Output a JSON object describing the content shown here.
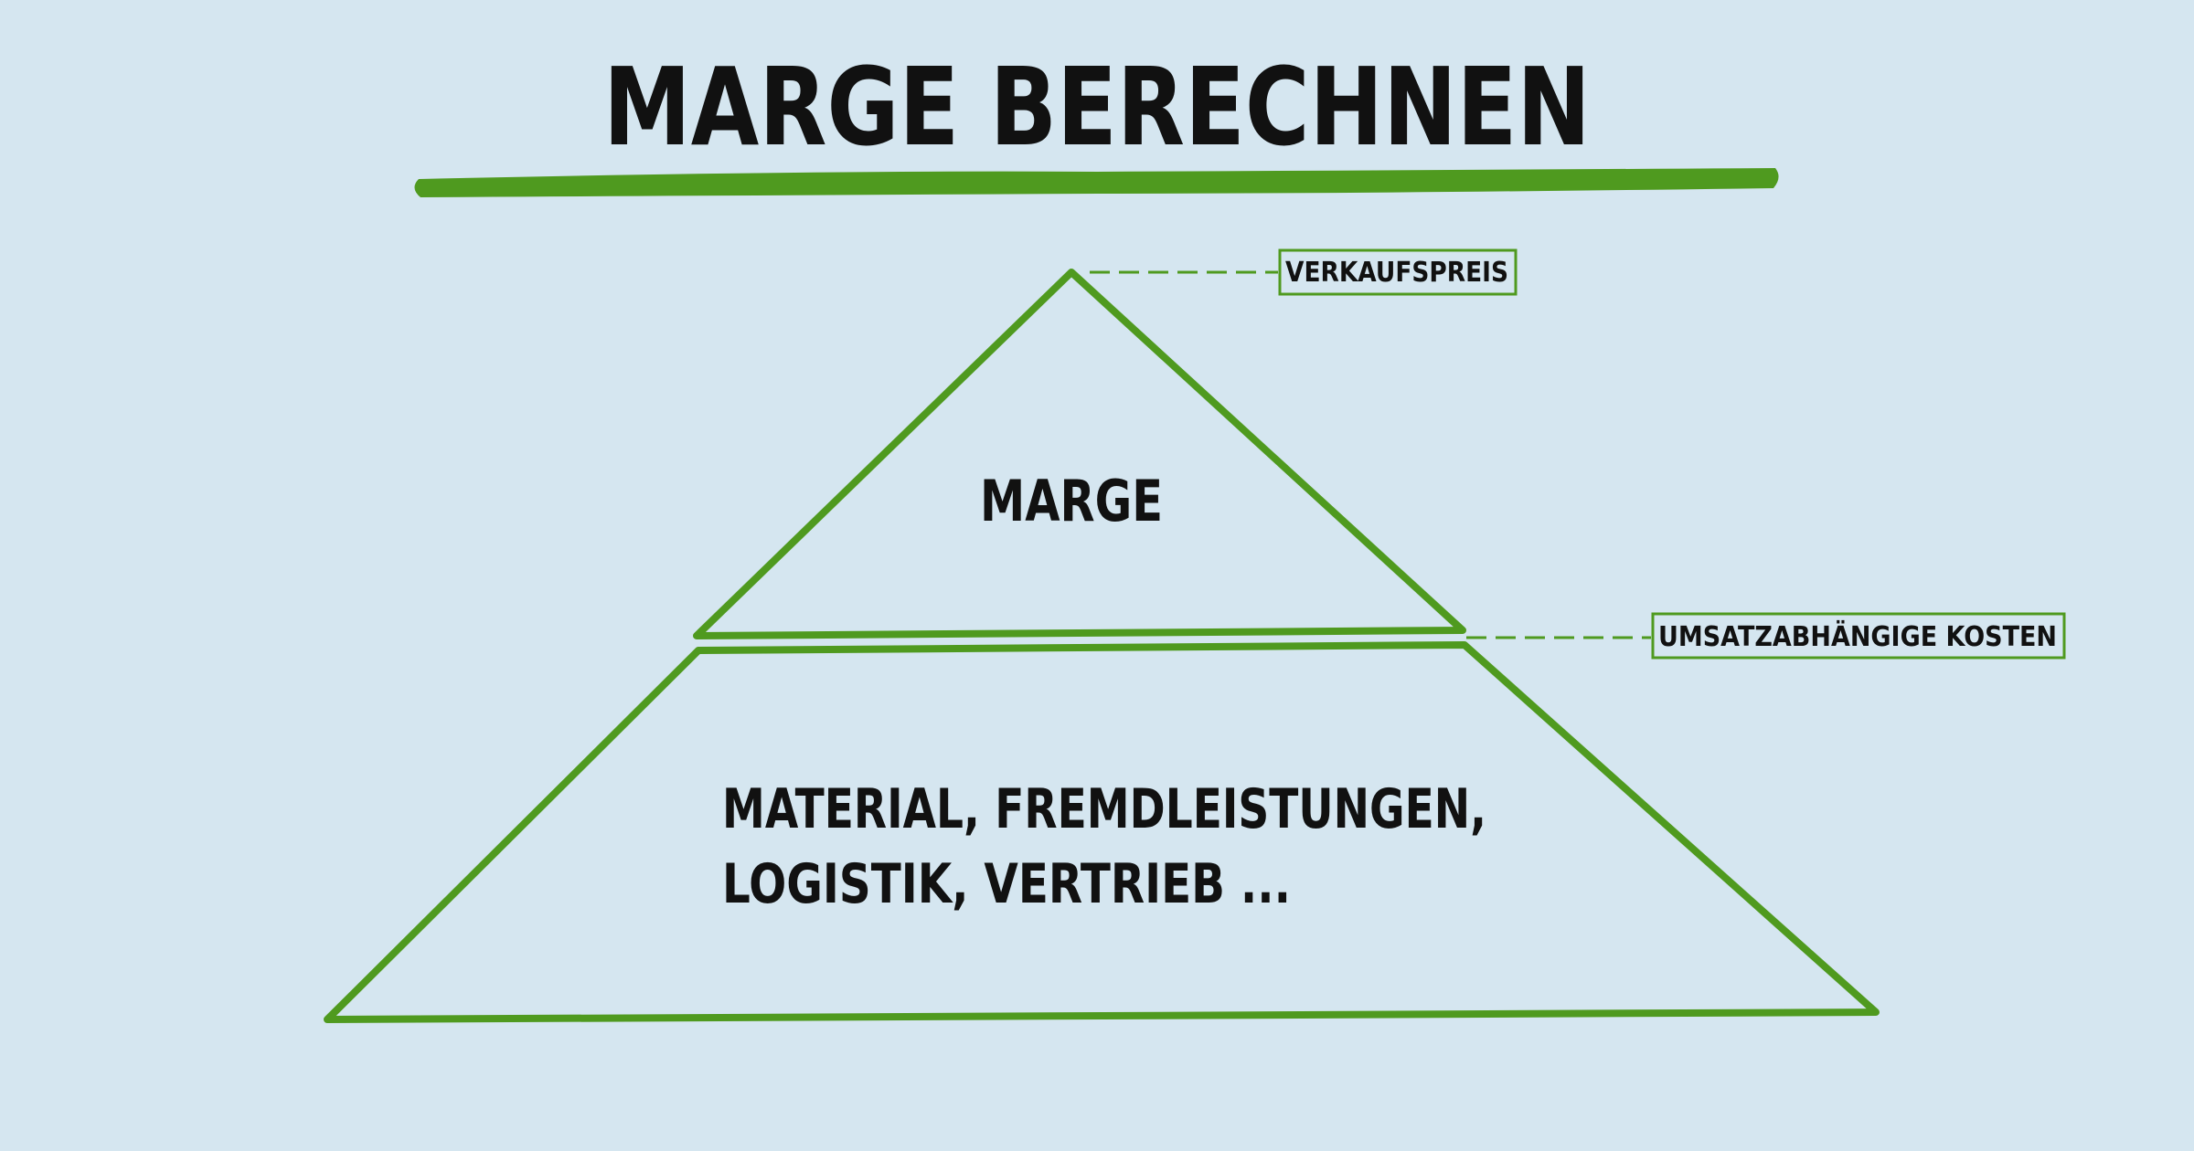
{
  "title": "MARGE BERECHNEN",
  "pyramid": {
    "top_section_label": "MARGE",
    "bottom_section_label_line1": "MATERIAL, FREMDLEISTUNGEN,",
    "bottom_section_label_line2": "LOGISTIK, VERTRIEB ..."
  },
  "callouts": {
    "top": "VERKAUFSPREIS",
    "middle": "UMSATZABHÄNGIGE KOSTEN"
  },
  "colors": {
    "background": "#d5e6f0",
    "accent_green": "#4f9a1f",
    "text": "#111111"
  }
}
